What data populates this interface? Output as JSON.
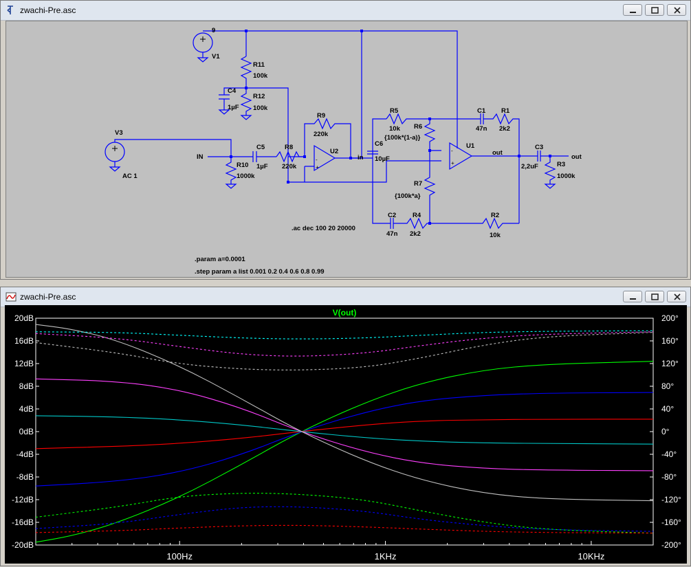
{
  "top_window": {
    "title": "zwachi-Pre.asc"
  },
  "bottom_window": {
    "title": "zwachi-Pre.asc"
  },
  "schematic": {
    "labels": {
      "v1": "V1",
      "v1_val": "9",
      "v3": "V3",
      "v3_val": "AC 1",
      "r11": "R11",
      "r11_val": "100k",
      "r12": "R12",
      "r12_val": "100k",
      "c4": "C4",
      "c4_val": "1µF",
      "r10": "R10",
      "r10_val": "1000k",
      "in_label": "IN",
      "c5": "C5",
      "c5_val": "1µF",
      "r8": "R8",
      "r8_val": "220k",
      "r9": "R9",
      "r9_val": "220k",
      "u2": "U2",
      "c6": "C6",
      "c6_val": "10µF",
      "in_net": "in",
      "r5": "R5",
      "r5_val": "10k",
      "r6": "R6",
      "r6_val": "{100k*(1-a)}",
      "c1": "C1",
      "c1_val": "47n",
      "r1": "R1",
      "r1_val": "2k2",
      "u1": "U1",
      "out_net": "out",
      "c3": "C3",
      "c3_val": "2,2uF",
      "out_label": "out",
      "r3": "R3",
      "r3_val": "1000k",
      "r7": "R7",
      "r7_val": "{100k*a}",
      "c2": "C2",
      "c2_val": "47n",
      "r4": "R4",
      "r4_val": "2k2",
      "r2": "R2",
      "r2_val": "10k"
    },
    "directives": {
      "ac": ".ac dec 100 20 20000",
      "param": ".param a=0.0001",
      "step": ".step param a list 0.001 0.2 0.4 0.6 0.8 0.99"
    }
  },
  "chart_data": {
    "type": "line",
    "title": "V(out)",
    "x_scale": "log",
    "xlim": [
      20,
      20000
    ],
    "ylim_left": [
      -20,
      20
    ],
    "ylim_right": [
      -200,
      200
    ],
    "x_ticks": [
      {
        "value": 100,
        "label": "100Hz"
      },
      {
        "value": 1000,
        "label": "1KHz"
      },
      {
        "value": 10000,
        "label": "10KHz"
      }
    ],
    "y_ticks_left": [
      "20dB",
      "16dB",
      "12dB",
      "8dB",
      "4dB",
      "0dB",
      "-4dB",
      "-8dB",
      "-12dB",
      "-16dB",
      "-20dB"
    ],
    "y_ticks_right": [
      "200°",
      "160°",
      "120°",
      "80°",
      "40°",
      "0°",
      "-40°",
      "-80°",
      "-120°",
      "-160°",
      "-200°"
    ],
    "colors": {
      "title": "#00ff00",
      "axis_text": "#ffffff",
      "background": "#000000"
    },
    "series": [
      {
        "color": "#00ff00",
        "dashed": false,
        "x": [
          20,
          30,
          50,
          100,
          200,
          385,
          800,
          1500,
          3000,
          6000,
          20000
        ],
        "y": [
          -19.5,
          -18.4,
          -16.1,
          -11.6,
          -5.8,
          0,
          5.2,
          8.6,
          10.9,
          11.9,
          12.4
        ]
      },
      {
        "color": "#0000ff",
        "dashed": false,
        "x": [
          20,
          50,
          100,
          200,
          385,
          800,
          1500,
          3000,
          6000,
          20000
        ],
        "y": [
          -9.6,
          -8.8,
          -7.2,
          -4.1,
          0,
          3.5,
          5.5,
          6.4,
          6.8,
          6.9
        ]
      },
      {
        "color": "#ff0000",
        "dashed": false,
        "x": [
          20,
          50,
          100,
          200,
          385,
          800,
          1500,
          3000,
          6000,
          20000
        ],
        "y": [
          -3,
          -2.6,
          -2.1,
          -1.2,
          0,
          1.2,
          1.9,
          2.1,
          2.2,
          2.2
        ]
      },
      {
        "color": "#00c8c8",
        "dashed": false,
        "x": [
          20,
          50,
          100,
          200,
          385,
          800,
          1500,
          3000,
          6000,
          20000
        ],
        "y": [
          2.8,
          2.6,
          2.1,
          1.2,
          0,
          -1.1,
          -1.7,
          -2.0,
          -2.1,
          -2.2
        ]
      },
      {
        "color": "#ff40ff",
        "dashed": false,
        "x": [
          20,
          50,
          100,
          200,
          385,
          800,
          1500,
          3000,
          6000,
          20000
        ],
        "y": [
          9.3,
          8.9,
          7.4,
          4.2,
          0,
          -3.6,
          -5.6,
          -6.5,
          -6.8,
          -6.9
        ]
      },
      {
        "color": "#c0c0c0",
        "dashed": false,
        "x": [
          20,
          30,
          50,
          100,
          200,
          385,
          800,
          1500,
          3000,
          6000,
          20000
        ],
        "y": [
          18.9,
          18.1,
          16.1,
          11.6,
          5.8,
          0,
          -5.2,
          -8.6,
          -10.9,
          -11.9,
          -12.2
        ]
      },
      {
        "color": "#00ffff",
        "dashed": true,
        "x": [
          20,
          50,
          100,
          200,
          385,
          800,
          1500,
          3000,
          6000,
          20000
        ],
        "y": [
          17.6,
          17.5,
          17.0,
          16.5,
          16.3,
          16.5,
          17.0,
          17.5,
          17.7,
          17.8
        ]
      },
      {
        "color": "#ff40ff",
        "dashed": true,
        "x": [
          20,
          50,
          100,
          200,
          385,
          800,
          1500,
          3000,
          6000,
          20000
        ],
        "y": [
          17.3,
          16.5,
          15.0,
          13.6,
          13.2,
          13.8,
          15.2,
          16.5,
          17.2,
          17.6
        ]
      },
      {
        "color": "#c0c0c0",
        "dashed": true,
        "x": [
          20,
          50,
          100,
          200,
          385,
          800,
          1500,
          3000,
          6000,
          20000
        ],
        "y": [
          15.7,
          13.9,
          11.9,
          11.0,
          10.8,
          11.3,
          13.0,
          15.3,
          16.8,
          17.5
        ]
      },
      {
        "color": "#00ff00",
        "dashed": true,
        "x": [
          20,
          50,
          100,
          200,
          385,
          800,
          1500,
          3000,
          6000,
          20000
        ],
        "y": [
          -15.1,
          -13.3,
          -11.4,
          -10.8,
          -11.0,
          -12.0,
          -14.0,
          -16.0,
          -17.3,
          -17.9
        ]
      },
      {
        "color": "#0000ff",
        "dashed": true,
        "x": [
          20,
          50,
          100,
          200,
          385,
          800,
          1500,
          3000,
          6000,
          20000
        ],
        "y": [
          -17.1,
          -16.2,
          -14.6,
          -13.3,
          -13.2,
          -14.0,
          -15.5,
          -16.6,
          -17.3,
          -17.6
        ]
      },
      {
        "color": "#ff0000",
        "dashed": true,
        "x": [
          20,
          50,
          100,
          200,
          385,
          800,
          1500,
          3000,
          6000,
          20000
        ],
        "y": [
          -17.8,
          -17.5,
          -17.0,
          -16.6,
          -16.5,
          -16.8,
          -17.2,
          -17.6,
          -17.8,
          -17.9
        ]
      }
    ]
  }
}
